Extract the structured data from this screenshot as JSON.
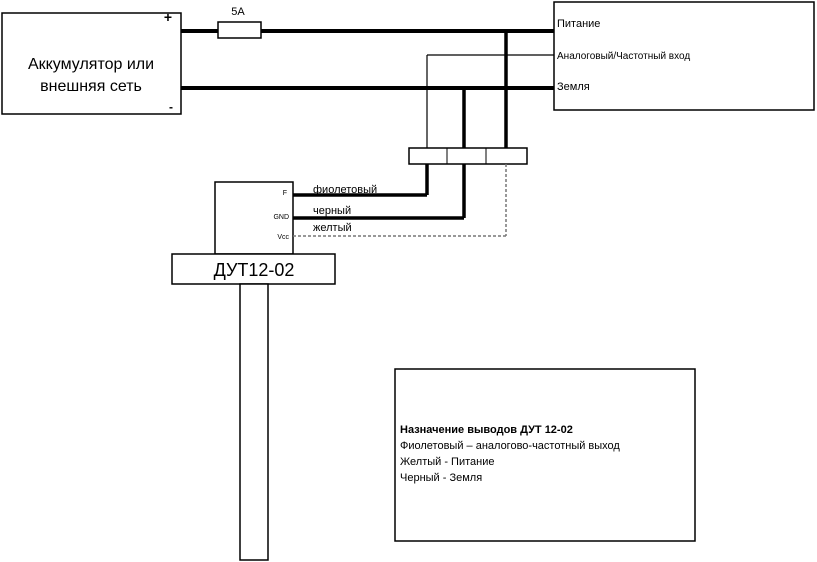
{
  "battery": {
    "line1": "Аккумулятор или",
    "line2": "внешняя сеть",
    "plus": "+",
    "minus": "-"
  },
  "fuse": {
    "label": "5A"
  },
  "controller": {
    "power": "Питание",
    "analog": "Аналоговый/Частотный вход",
    "ground": "Земля"
  },
  "wires": {
    "violet": "фиолетовый",
    "black": "черный",
    "yellow": "желтый"
  },
  "sensor": {
    "title": "ДУТ12-02",
    "pin_f": "F",
    "pin_gnd": "GND",
    "pin_vcc": "Vcc"
  },
  "legend": {
    "title": "Назначение выводов ДУТ 12-02",
    "line1": "Фиолетовый – аналогово-частотный выход",
    "line2": "Желтый - Питание",
    "line3": "Черный - Земля"
  }
}
